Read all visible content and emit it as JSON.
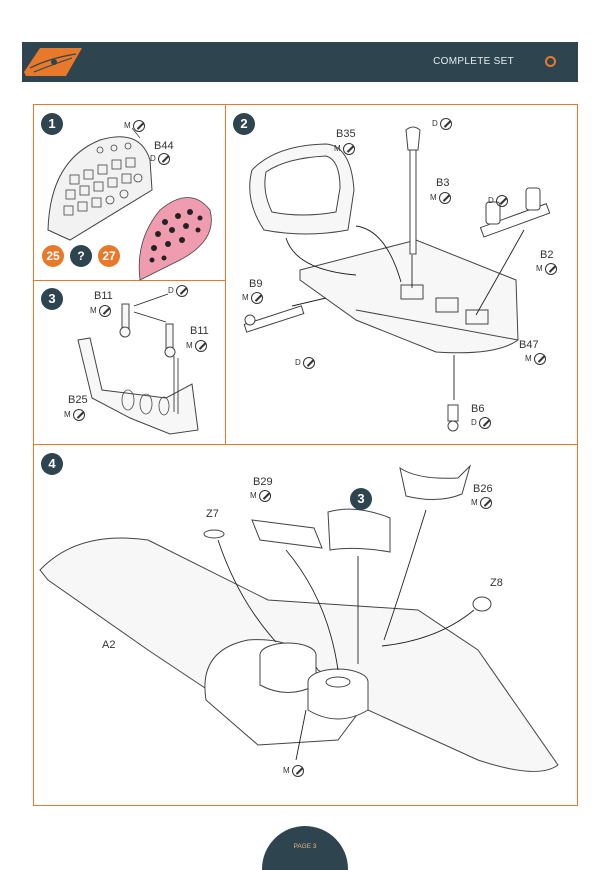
{
  "header": {
    "title": "COMPLETE SET"
  },
  "footer": {
    "page": "PAGE 3"
  },
  "markers": {
    "M": "M",
    "D": "D",
    "question": "?"
  },
  "steps": {
    "s1": {
      "num": "1",
      "parts": [
        "B44"
      ],
      "refs": [
        "25",
        "27"
      ]
    },
    "s2": {
      "num": "2",
      "parts": [
        "B35",
        "B3",
        "B2",
        "B9",
        "B47",
        "B6"
      ]
    },
    "s3": {
      "num": "3",
      "parts": [
        "B11",
        "B11",
        "B25"
      ]
    },
    "s4": {
      "num": "4",
      "parts": [
        "B29",
        "B26",
        "Z7",
        "Z8",
        "A2"
      ],
      "sub_ref": "3"
    }
  },
  "colors": {
    "accent": "#e8792b",
    "header": "#2e4550",
    "pink": "#ef9bb0"
  },
  "icons": [
    "brand-logo",
    "orange-ring-icon",
    "paint-marker-icon"
  ]
}
